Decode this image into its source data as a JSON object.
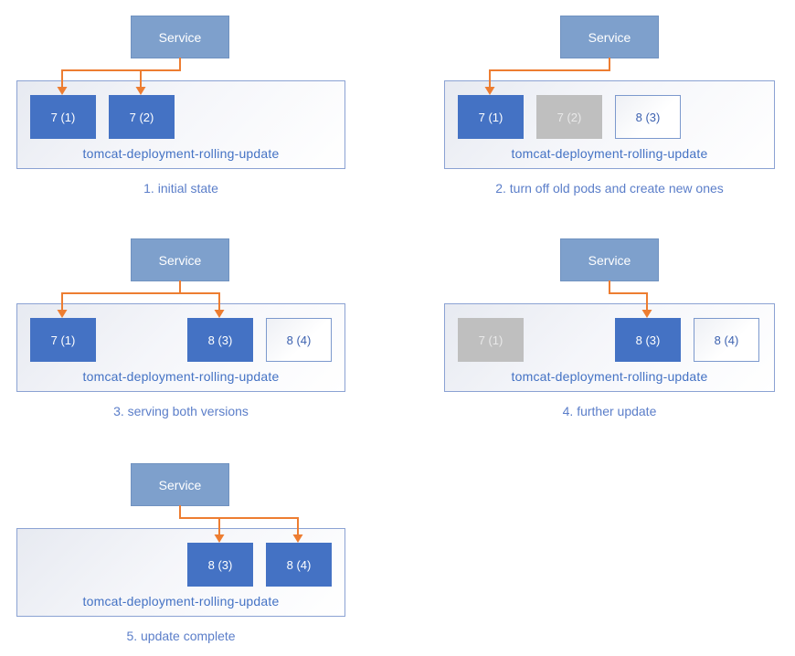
{
  "diagram": {
    "panels": [
      {
        "step": "1",
        "service_label": "Service",
        "deployment_label": "tomcat-deployment-rolling-update",
        "caption": "1. initial state",
        "pods": [
          {
            "label": "7 (1)",
            "state": "active",
            "slot": 1
          },
          {
            "label": "7 (2)",
            "state": "active",
            "slot": 2
          }
        ],
        "arrow_target_slots": [
          1,
          2
        ]
      },
      {
        "step": "2",
        "service_label": "Service",
        "deployment_label": "tomcat-deployment-rolling-update",
        "caption": "2. turn off old pods and create new ones",
        "pods": [
          {
            "label": "7 (1)",
            "state": "active",
            "slot": 1
          },
          {
            "label": "7 (2)",
            "state": "terminated",
            "slot": 2
          },
          {
            "label": "8 (3)",
            "state": "new",
            "slot": 3
          }
        ],
        "arrow_target_slots": [
          1
        ]
      },
      {
        "step": "3",
        "service_label": "Service",
        "deployment_label": "tomcat-deployment-rolling-update",
        "caption": "3. serving both versions",
        "pods": [
          {
            "label": "7 (1)",
            "state": "active",
            "slot": 1
          },
          {
            "label": "8 (3)",
            "state": "active",
            "slot": 3
          },
          {
            "label": "8 (4)",
            "state": "new",
            "slot": 4
          }
        ],
        "arrow_target_slots": [
          1,
          3
        ]
      },
      {
        "step": "4",
        "service_label": "Service",
        "deployment_label": "tomcat-deployment-rolling-update",
        "caption": "4. further update",
        "pods": [
          {
            "label": "7 (1)",
            "state": "terminated",
            "slot": 1
          },
          {
            "label": "8 (3)",
            "state": "active",
            "slot": 3
          },
          {
            "label": "8 (4)",
            "state": "new",
            "slot": 4
          }
        ],
        "arrow_target_slots": [
          3
        ]
      },
      {
        "step": "5",
        "service_label": "Service",
        "deployment_label": "tomcat-deployment-rolling-update",
        "caption": "5. update complete",
        "pods": [
          {
            "label": "8 (3)",
            "state": "active",
            "slot": 3
          },
          {
            "label": "8 (4)",
            "state": "active",
            "slot": 4
          }
        ],
        "arrow_target_slots": [
          3,
          4
        ]
      }
    ],
    "colors": {
      "service_fill": "#7EA0CC",
      "service_border": "#7092C0",
      "pod_active_fill": "#4472C4",
      "pod_active_text": "#FFFFFF",
      "pod_terminated_fill": "#BFBFBF",
      "pod_terminated_text": "#E9E9E9",
      "pod_new_border": "#7C99CD",
      "pod_new_text": "#3D62B0",
      "container_border": "#8BA2D3",
      "container_fill_start": "#E7EAF1",
      "container_fill_end": "#FFFFFF",
      "label_text": "#4472C4",
      "caption_text": "#5B7EC9",
      "arrow": "#ED7D31"
    }
  }
}
